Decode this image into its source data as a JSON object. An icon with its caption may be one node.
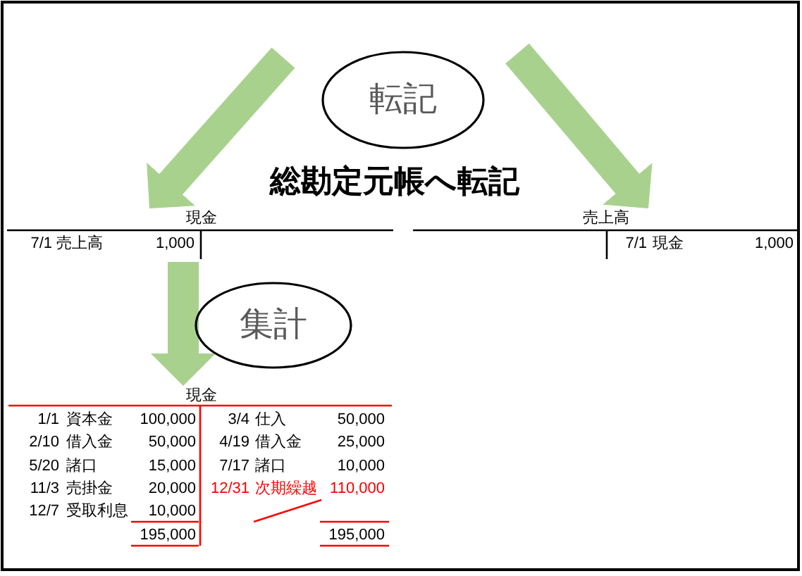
{
  "diagram": {
    "title": "総勘定元帳へ転記",
    "nodes": [
      {
        "text": [
          "転記"
        ]
      },
      {
        "text": [
          "現金",
          "7/1",
          "売上高",
          "1,000"
        ]
      },
      {
        "text": [
          "売上高",
          "7/1",
          "現金",
          "1,000"
        ]
      },
      {
        "text": [
          "集計"
        ]
      },
      {
        "text": [
          "現金",
          "1/1",
          "資本金",
          "100,000",
          "3/4",
          "仕入",
          "50,000",
          "2/10",
          "借入金",
          "50,000",
          "4/19",
          "借入金",
          "25,000",
          "5/20",
          "諸口",
          "15,000",
          "7/17",
          "諸口",
          "10,000",
          "11/3",
          "売掛金",
          "20,000",
          "12/31",
          "次期繰越",
          "110,000",
          "12/7",
          "受取利息",
          "10,000",
          "195,000",
          "195,000"
        ]
      }
    ],
    "edges": [
      {
        "from": null,
        "to": 1,
        "arrow": "to"
      },
      {
        "from": null,
        "to": 2,
        "arrow": "to"
      },
      {
        "from": 1,
        "to": 4,
        "arrow": "to"
      }
    ]
  }
}
